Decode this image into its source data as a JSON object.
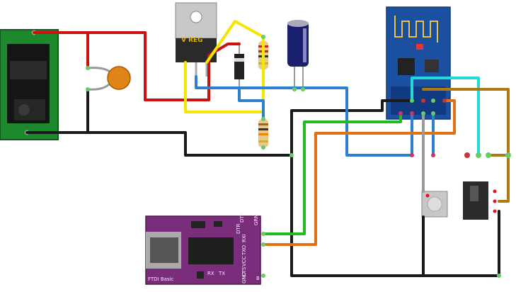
{
  "regulator": {
    "label": "V REG"
  },
  "ftdi": {
    "board_label": "FTDI Basic",
    "top_pins": [
      "DTR",
      "RXI",
      "TXO",
      "VCC",
      "CTS",
      "GND"
    ],
    "bottom_labels": [
      "TX",
      "RX"
    ],
    "top_corner": "GRN",
    "bottom_corner": "B"
  },
  "colors": {
    "red": "#cc1111",
    "black": "#1a1a1a",
    "yellow": "#f5e600",
    "blue": "#2f7fd0",
    "green": "#22bb22",
    "orange": "#e07010",
    "cyan": "#22d8d8",
    "brown": "#b07a10",
    "gray": "#9a9a9a",
    "pcb_green": "#1c8a2c",
    "ftdi_purple": "#7a2d7a",
    "esp_blue": "#1b4fa0"
  }
}
